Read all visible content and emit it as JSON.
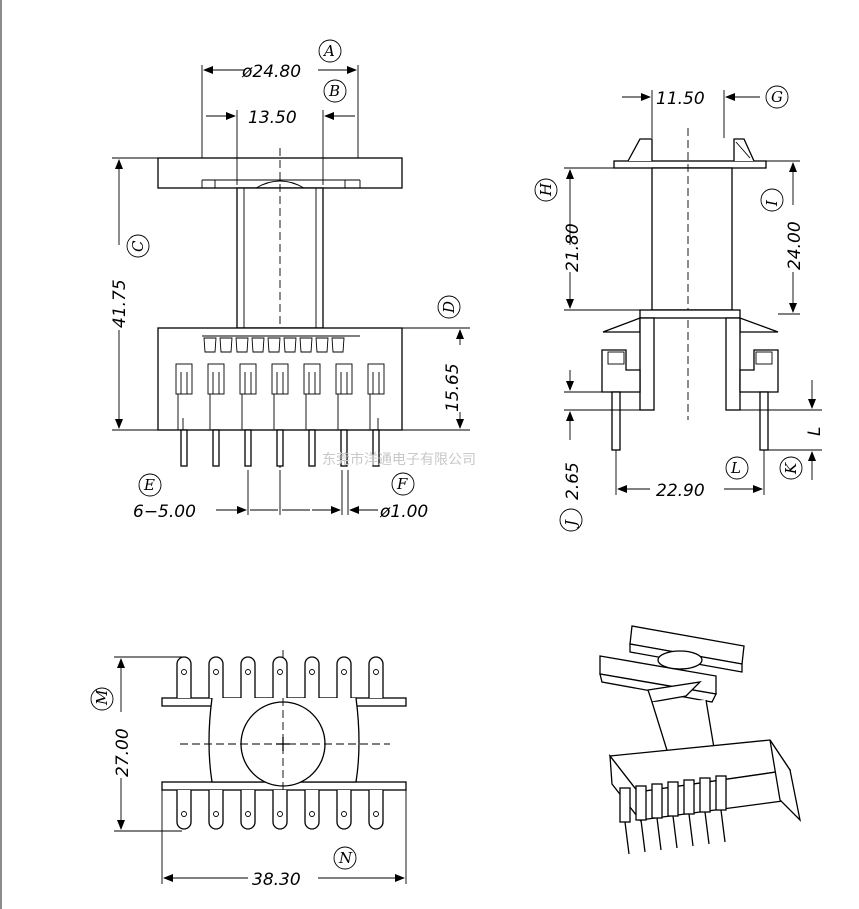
{
  "dimensions": {
    "A": "ø24.80",
    "B": "13.50",
    "C": "41.75",
    "D": "15.65",
    "E": "6−5.00",
    "F": "ø1.00",
    "G": "11.50",
    "H": "21.80",
    "I": "24.00",
    "J": "2.65",
    "K": "",
    "L": "22.90",
    "M": "27.00",
    "N": "38.30"
  },
  "labels": [
    "A",
    "B",
    "C",
    "D",
    "E",
    "F",
    "G",
    "H",
    "I",
    "J",
    "K",
    "L",
    "M",
    "N"
  ],
  "side_label_L": "L",
  "watermark": "东莞市洋通电子有限公司",
  "colors": {
    "line": "#000000",
    "watermark": "#c8c8c8",
    "background": "#ffffff"
  }
}
